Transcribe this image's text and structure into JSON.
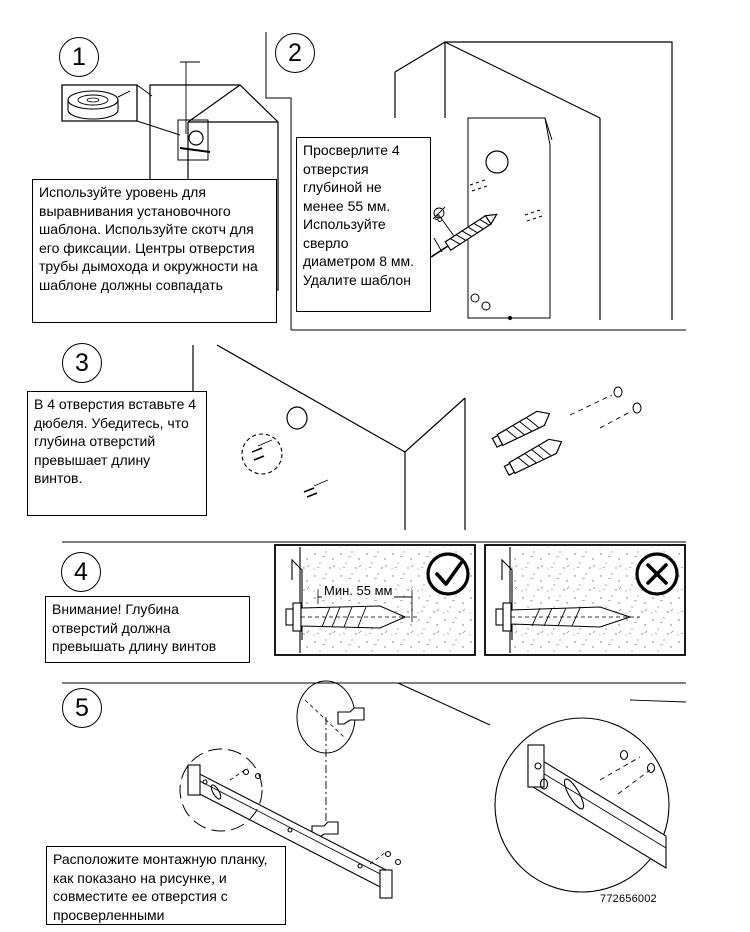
{
  "steps": [
    {
      "number": "1",
      "text": "Используйте уровень для выравнивания установочного шаблона. Используйте скотч для его фиксации. Центры отверстия трубы дымохода и окружности на шаблоне должны совпадать"
    },
    {
      "number": "2",
      "text": "Просверлите 4 отверстия глубиной не менее 55 мм. Используйте сверло диаметром 8 мм. Удалите шаблон"
    },
    {
      "number": "3",
      "text": "В 4 отверстия вставьте 4 дюбеля. Убедитесь, что глубина отверстий превышает длину винтов."
    },
    {
      "number": "4",
      "text": "Внимание! Глубина отверстий должна превышать длину винтов"
    },
    {
      "number": "5",
      "text": "Расположите монтажную планку, как показано на рисунке, и совместите ее отверстия с просверленными"
    }
  ],
  "labels": {
    "drill_diameter": "8",
    "min_depth": "Мин. 55 мм"
  },
  "document_code": "772656002",
  "icons": {
    "correct": "check-circle-icon",
    "wrong": "cross-circle-icon"
  }
}
